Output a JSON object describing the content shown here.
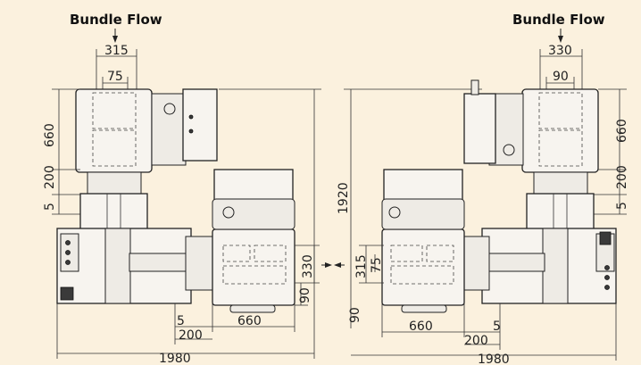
{
  "left_view": {
    "flow_title": "Bundle Flow",
    "dims": {
      "top_outer": "315",
      "top_inner": "75",
      "height_660": "660",
      "height_200": "200",
      "height_5": "5",
      "side_330": "330",
      "side_90": "90",
      "bottom_5": "5",
      "bottom_660": "660",
      "bottom_200": "200",
      "bottom_1980": "1980"
    }
  },
  "right_view": {
    "flow_title": "Bundle Flow",
    "dims": {
      "total_1920": "1920",
      "top_outer": "330",
      "top_inner": "90",
      "height_660": "660",
      "height_200": "200",
      "height_5": "5",
      "side_315": "315",
      "side_75": "75",
      "side_90": "90",
      "bottom_660": "660",
      "bottom_5": "5",
      "bottom_200": "200",
      "bottom_1980": "1980"
    }
  },
  "colors": {
    "background": "#fbf1de",
    "line": "#222222"
  }
}
